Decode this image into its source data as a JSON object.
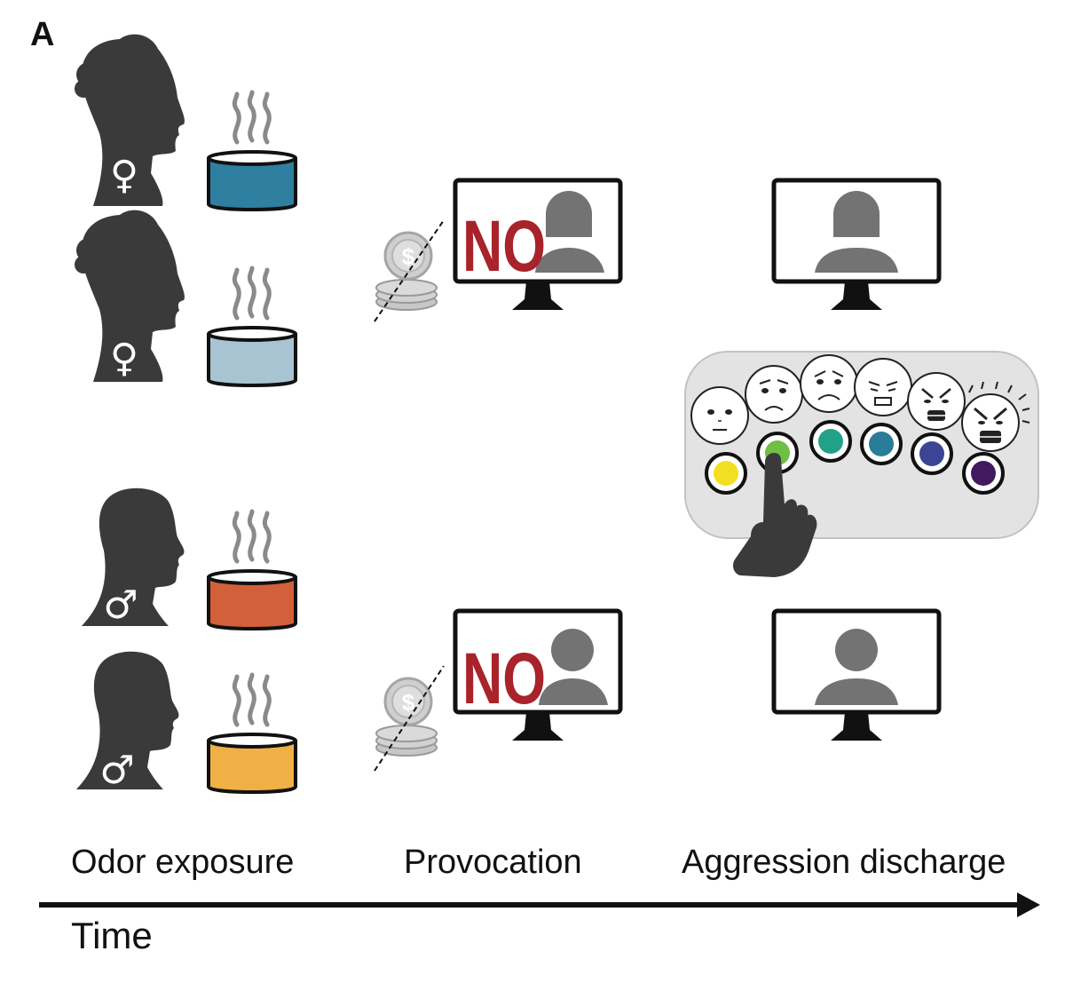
{
  "panel_label": "A",
  "symbols": {
    "female": "♀",
    "male": "♂",
    "coin": "$"
  },
  "provocation_text": "NO",
  "stages": [
    "Odor exposure",
    "Provocation",
    "Aggression discharge"
  ],
  "time_label": "Time",
  "colors": {
    "silhouette": "#3a3a3a",
    "pot_female_1": "#2e7fa0",
    "pot_female_2": "#a8c4d3",
    "pot_male_1": "#d2603a",
    "pot_male_2": "#efb045",
    "steam": "#8a8a8a",
    "no_text": "#a8232a",
    "person_on_screen": "#737373",
    "keypad_bg": "#e3e3e3",
    "buttons": [
      "#f2df21",
      "#6fbe45",
      "#22a189",
      "#2a7d99",
      "#3b4596",
      "#43195e"
    ]
  },
  "icons": {
    "heads": [
      "female-head-icon",
      "female-head-icon",
      "male-head-icon",
      "male-head-icon"
    ],
    "pots": [
      "steaming-pot-icon",
      "steaming-pot-icon",
      "steaming-pot-icon",
      "steaming-pot-icon"
    ],
    "coins": [
      "coin-stack-icon",
      "coin-stack-icon"
    ],
    "monitors": [
      "monitor-icon",
      "monitor-icon",
      "monitor-icon",
      "monitor-icon"
    ],
    "faces": [
      "neutral-face-icon",
      "sad-face-icon",
      "upset-face-icon",
      "annoyed-face-icon",
      "angry-face-icon",
      "furious-face-icon"
    ],
    "hand": "pointing-hand-icon",
    "arrow": "time-arrow-icon"
  }
}
